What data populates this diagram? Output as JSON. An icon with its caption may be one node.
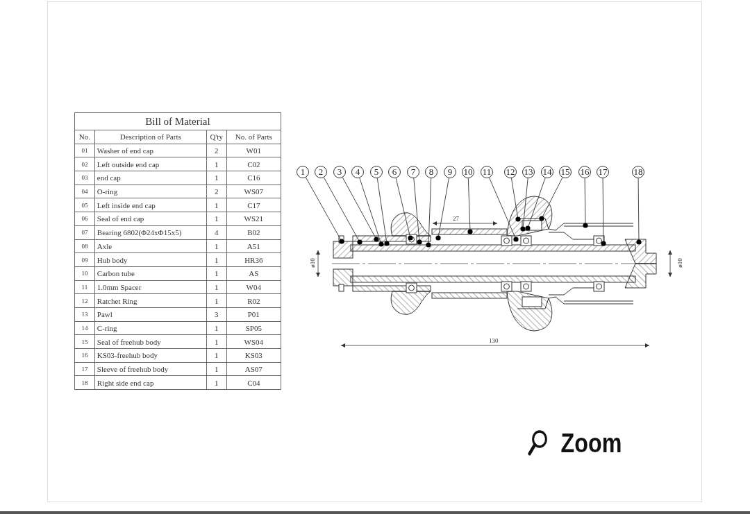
{
  "diagram": {
    "nodes": [
      {
        "text": [
          "1"
        ]
      },
      {
        "text": [
          "2"
        ]
      },
      {
        "text": [
          "3"
        ]
      },
      {
        "text": [
          "4"
        ]
      },
      {
        "text": [
          "5"
        ]
      },
      {
        "text": [
          "6"
        ]
      },
      {
        "text": [
          "7"
        ]
      },
      {
        "text": [
          "8"
        ]
      },
      {
        "text": [
          "9"
        ]
      },
      {
        "text": [
          "10"
        ]
      },
      {
        "text": [
          "11"
        ]
      },
      {
        "text": [
          "12"
        ]
      },
      {
        "text": [
          "13"
        ]
      },
      {
        "text": [
          "14"
        ]
      },
      {
        "text": [
          "15"
        ]
      },
      {
        "text": [
          "16"
        ]
      },
      {
        "text": [
          "17"
        ]
      },
      {
        "text": [
          "18"
        ]
      }
    ],
    "edges": [
      {
        "from": 0,
        "to": null,
        "arrow": "other"
      },
      {
        "from": 1,
        "to": null,
        "arrow": "other"
      },
      {
        "from": 2,
        "to": null,
        "arrow": "other"
      },
      {
        "from": 3,
        "to": null,
        "arrow": "other"
      },
      {
        "from": 4,
        "to": null,
        "arrow": "other"
      },
      {
        "from": 5,
        "to": null,
        "arrow": "other"
      },
      {
        "from": 6,
        "to": null,
        "arrow": "other"
      },
      {
        "from": 7,
        "to": null,
        "arrow": "other"
      },
      {
        "from": 8,
        "to": null,
        "arrow": "other"
      },
      {
        "from": 9,
        "to": null,
        "arrow": "other"
      },
      {
        "from": 10,
        "to": null,
        "arrow": "other"
      },
      {
        "from": 11,
        "to": null,
        "arrow": "other"
      },
      {
        "from": 12,
        "to": null,
        "arrow": "other"
      },
      {
        "from": 13,
        "to": null,
        "arrow": "other"
      },
      {
        "from": 14,
        "to": null,
        "arrow": "other"
      },
      {
        "from": 15,
        "to": null,
        "arrow": "other"
      },
      {
        "from": 16,
        "to": null,
        "arrow": "other"
      },
      {
        "from": 17,
        "to": null,
        "arrow": "other"
      }
    ],
    "labels": [
      "Bill of Material",
      "No.",
      "Description of Parts",
      "Q'ty",
      "No. of Parts",
      "01",
      "Washer of end cap",
      "2",
      "W01",
      "02",
      "Left outside end cap",
      "1",
      "C02",
      "03",
      "end cap",
      "1",
      "C16",
      "04",
      "O-ring",
      "2",
      "WS07",
      "05",
      "Left inside end cap",
      "1",
      "C17",
      "06",
      "Seal of end cap",
      "1",
      "WS21",
      "07",
      "Bearing 6802(Φ24xΦ15x5)",
      "4",
      "B02",
      "08",
      "Axle",
      "1",
      "A51",
      "09",
      "Hub body",
      "1",
      "HR36",
      "10",
      "Carbon tube",
      "1",
      "AS",
      "11",
      "1.0mm Spacer",
      "1",
      "W04",
      "12",
      "Ratchet Ring",
      "1",
      "R02",
      "13",
      "Pawl",
      "3",
      "P01",
      "14",
      "C-ring",
      "1",
      "SP05",
      "15",
      "Seal of freehub body",
      "1",
      "WS04",
      "16",
      "KS03-freehub body",
      "1",
      "KS03",
      "17",
      "Sleeve of freehub body",
      "1",
      "AS07",
      "18",
      "Right side end cap",
      "1",
      "C04",
      "27",
      "130",
      "ø10",
      "ø10",
      "Zoom"
    ]
  }
}
